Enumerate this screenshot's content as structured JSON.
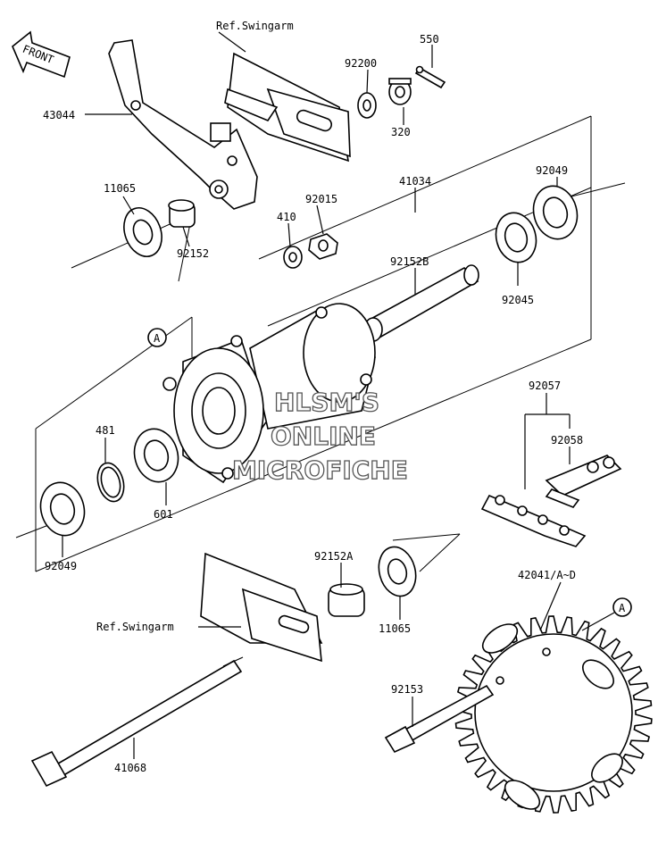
{
  "front_label": "FRONT",
  "callout_a": "A",
  "labels": {
    "ref_swingarm_top": "Ref.Swingarm",
    "ref_swingarm_bottom": "Ref.Swingarm",
    "p550": "550",
    "p92200": "92200",
    "p320": "320",
    "p43044": "43044",
    "p11065_top": "11065",
    "p92152": "92152",
    "p410": "410",
    "p92015": "92015",
    "p41034": "41034",
    "p92049_top": "92049",
    "p92045": "92045",
    "p92152b": "92152B",
    "p92057": "92057",
    "p92058": "92058",
    "p481": "481",
    "p601": "601",
    "p92049_bottom": "92049",
    "p92152a": "92152A",
    "p11065_bottom": "11065",
    "p42041": "42041/A~D",
    "p92153": "92153",
    "p41068": "41068"
  },
  "watermark": [
    "HLSM'S",
    "ONLINE",
    "MICROFICHE"
  ]
}
